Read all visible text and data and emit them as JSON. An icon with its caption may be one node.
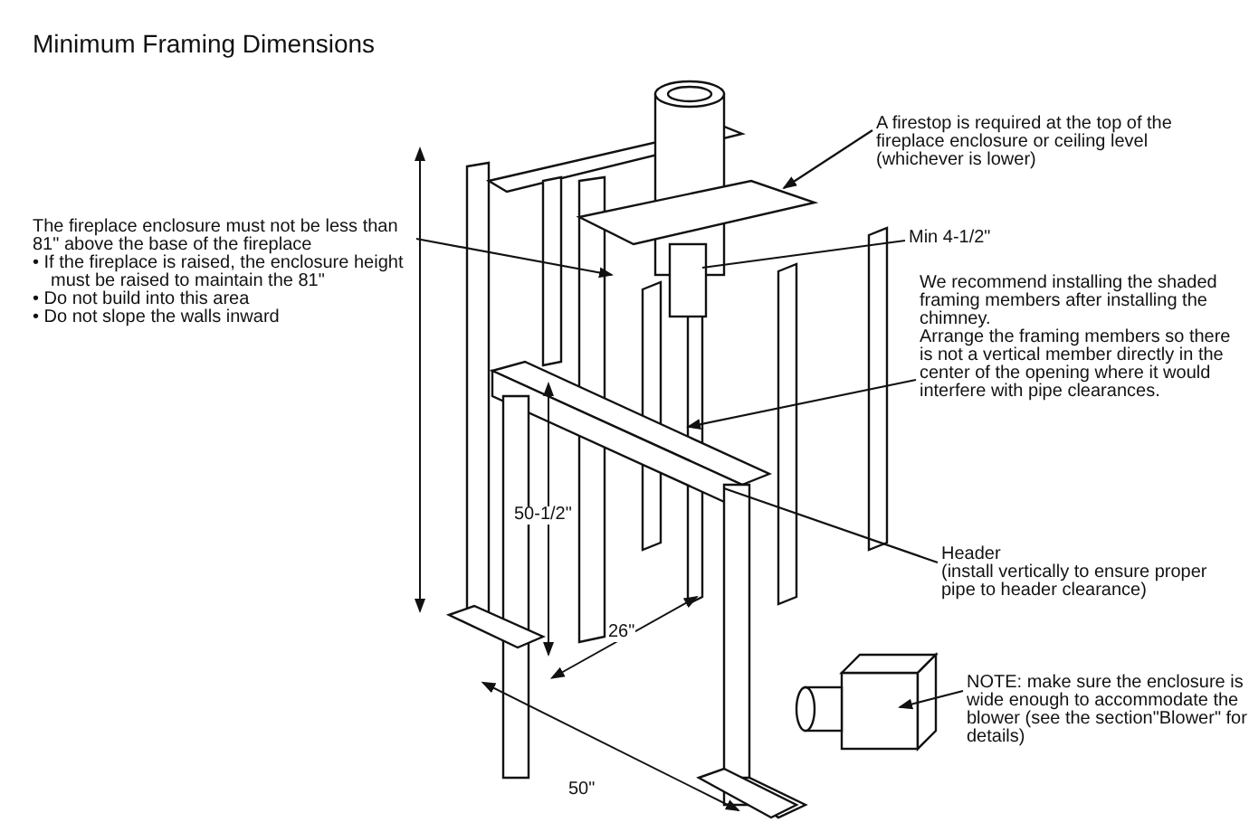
{
  "diagram": {
    "title": "Minimum Framing Dimensions",
    "nodes": [
      {
        "text": [
          "The fireplace enclosure must not be less than 81\" above the base of the fireplace",
          "• If the fireplace is raised, the enclosure height must be raised to maintain the 81\"",
          "• Do not build into this area",
          "• Do not slope the walls inward"
        ]
      },
      {
        "text": [
          "A firestop is required at the top of the fireplace enclosure or ceiling level (whichever is lower)"
        ]
      },
      {
        "text": [
          "Min 4-1/2\""
        ]
      },
      {
        "text": [
          "We recommend installing the shaded framing members after installing the chimney.",
          "Arrange the framing members so there is not a vertical member directly in the center of the opening where it would interfere with pipe clearances."
        ]
      },
      {
        "text": [
          "Header",
          "(install vertically to ensure proper pipe to header clearance)"
        ]
      },
      {
        "text": [
          "NOTE: make sure the enclosure is wide enough to accommodate the blower (see the section\"Blower\" for details)"
        ]
      }
    ],
    "edges": [
      {
        "from": 0,
        "to": null,
        "arrow": "to"
      },
      {
        "from": 1,
        "to": null,
        "arrow": "to"
      },
      {
        "from": 2,
        "to": null,
        "arrow": "none"
      },
      {
        "from": 3,
        "to": null,
        "arrow": "to"
      },
      {
        "from": 4,
        "to": null,
        "arrow": "none"
      },
      {
        "from": 5,
        "to": null,
        "arrow": "to"
      }
    ],
    "labels": [
      "50-1/2\"",
      "26\"",
      "50\""
    ]
  }
}
